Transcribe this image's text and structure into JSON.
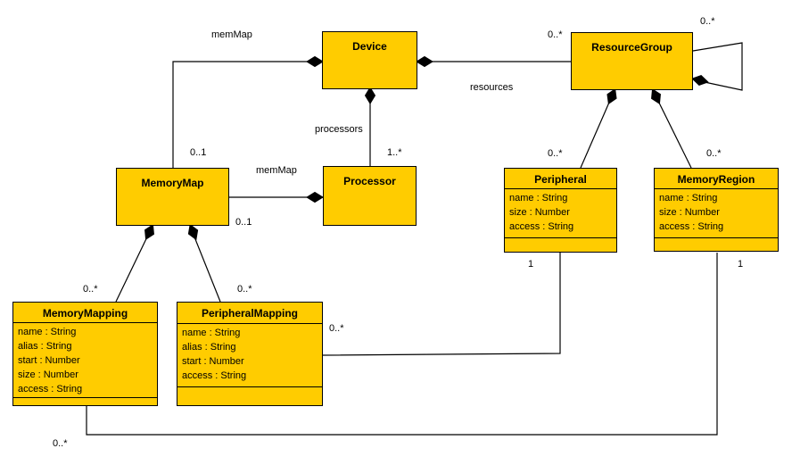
{
  "colors": {
    "class_fill": "#FFCC00",
    "class_border": "#000000",
    "line": "#000000"
  },
  "classes": {
    "device": {
      "name": "Device"
    },
    "resource_group": {
      "name": "ResourceGroup"
    },
    "memory_map": {
      "name": "MemoryMap"
    },
    "processor": {
      "name": "Processor"
    },
    "peripheral": {
      "name": "Peripheral",
      "attributes": [
        "name : String",
        "size : Number",
        "access : String"
      ]
    },
    "memory_region": {
      "name": "MemoryRegion",
      "attributes": [
        "name : String",
        "size : Number",
        "access : String"
      ]
    },
    "memory_mapping": {
      "name": "MemoryMapping",
      "attributes": [
        "name : String",
        "alias : String",
        "start : Number",
        "size : Number",
        "access : String"
      ]
    },
    "peripheral_mapping": {
      "name": "PeripheralMapping",
      "attributes": [
        "name : String",
        "alias : String",
        "start : Number",
        "access : String"
      ]
    }
  },
  "labels": {
    "memmap_top": "memMap",
    "memmap_mid": "memMap",
    "resources": "resources",
    "processors": "processors",
    "m_device_memorymap": "0..1",
    "m_memorymap_processor": "0..1",
    "m_processors": "1..*",
    "m_resources": "0..*",
    "m_rg_self": "0..*",
    "m_rg_peripheral": "0..*",
    "m_rg_memoryregion": "0..*",
    "m_mm_memorymapping": "0..*",
    "m_mm_peripheralmapping": "0..*",
    "m_pm_peripheral": "0..*",
    "m_peripheral_one": "1",
    "m_memoryregion_one": "1",
    "m_memorymapping_memoryregion": "0..*"
  }
}
